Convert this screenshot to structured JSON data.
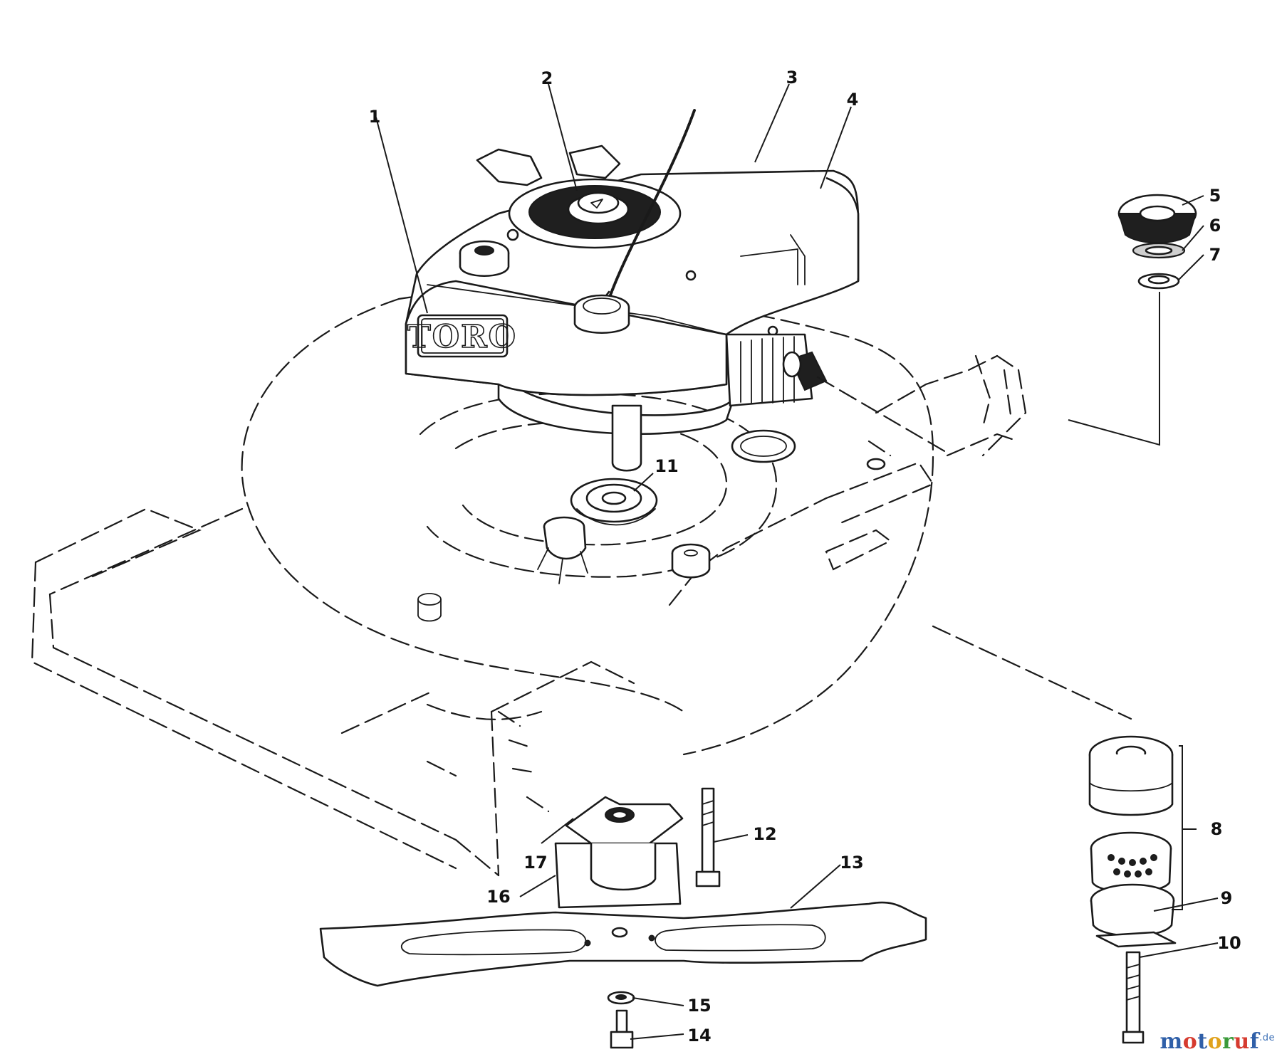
{
  "diagram": {
    "brand_label": "TORO",
    "part_labels": [
      {
        "id": "1",
        "text": "1"
      },
      {
        "id": "2",
        "text": "2"
      },
      {
        "id": "3",
        "text": "3"
      },
      {
        "id": "4",
        "text": "4"
      },
      {
        "id": "5",
        "text": "5"
      },
      {
        "id": "6",
        "text": "6"
      },
      {
        "id": "7",
        "text": "7"
      },
      {
        "id": "8",
        "text": "8"
      },
      {
        "id": "9",
        "text": "9"
      },
      {
        "id": "10",
        "text": "10"
      },
      {
        "id": "11",
        "text": "11"
      },
      {
        "id": "12",
        "text": "12"
      },
      {
        "id": "13",
        "text": "13"
      },
      {
        "id": "14",
        "text": "14"
      },
      {
        "id": "15",
        "text": "15"
      },
      {
        "id": "16",
        "text": "16"
      },
      {
        "id": "17",
        "text": "17"
      }
    ]
  },
  "watermark": {
    "letters": [
      "m",
      "o",
      "t",
      "o",
      "r",
      "u",
      "f"
    ],
    "colors": [
      "#2f5fa8",
      "#d63b2f",
      "#2f5fa8",
      "#e0a21b",
      "#3a9a3a",
      "#d63b2f",
      "#2f5fa8"
    ],
    "suffix": ".de"
  }
}
